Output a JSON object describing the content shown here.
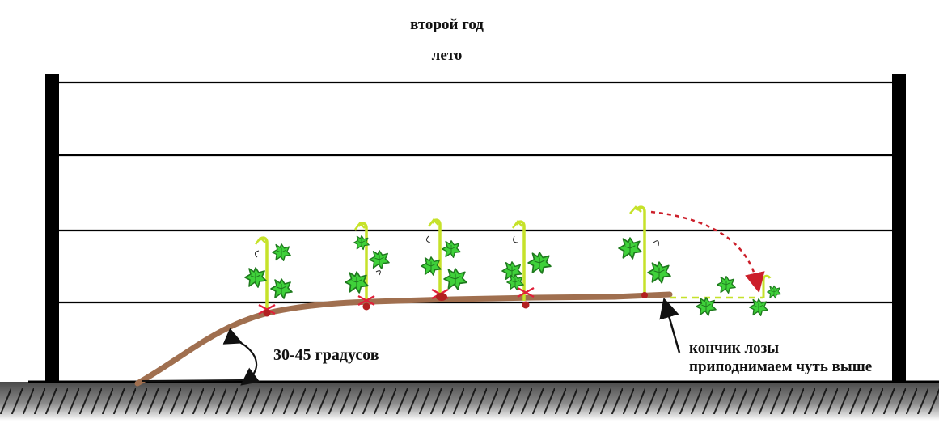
{
  "diagram": {
    "title": "второй год",
    "subtitle": "лето",
    "angle_label": "30-45 градусов",
    "tip_label_line1": "кончик лозы",
    "tip_label_line2": "приподнимаем чуть выше"
  },
  "colors": {
    "post": "#000000",
    "wire": "#000000",
    "cane": "#a06f4f",
    "shoot": "#c6e22a",
    "leaf": "#3fd13a",
    "leaf_dark": "#1f7a1e",
    "cut_mark": "#e0203a",
    "bud": "#b22020",
    "arrow_dashed": "#cc1f2a",
    "ground": "#5a5a5a"
  }
}
